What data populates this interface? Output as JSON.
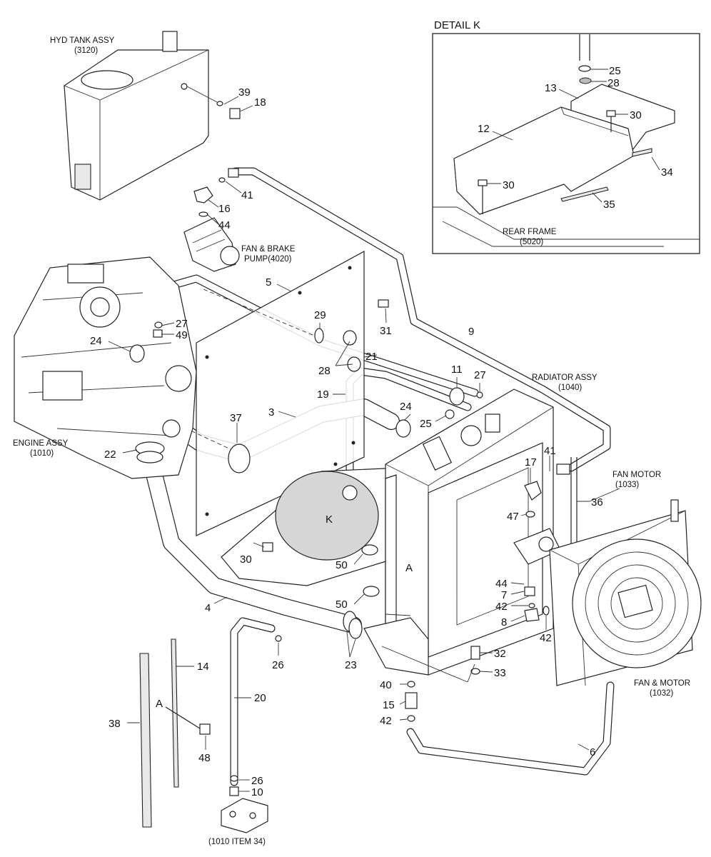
{
  "detail": {
    "title": "DETAIL K",
    "callouts": [
      "25",
      "28",
      "13",
      "12",
      "30",
      "30",
      "34",
      "35"
    ],
    "rear_frame_label": [
      "REAR FRAME",
      "(5020)"
    ]
  },
  "assemblies": {
    "hyd_tank": [
      "HYD TANK ASSY",
      "(3120)"
    ],
    "pump": [
      "FAN & BRAKE",
      "PUMP(4020)"
    ],
    "engine": [
      "ENGINE ASSY",
      "(1010)"
    ],
    "radiator": [
      "RADIATOR ASSY",
      "(1040)"
    ],
    "fan_motor": [
      "FAN MOTOR",
      "(1033)"
    ],
    "fan_and_motor": [
      "FAN & MOTOR",
      "(1032)"
    ],
    "engine_item": "(1010 ITEM 34)"
  },
  "markers": {
    "k": "K",
    "a1": "A",
    "a2": "A"
  },
  "callouts": {
    "c39": "39",
    "c18": "18",
    "c41": "41",
    "c16": "16",
    "c44a": "44",
    "c5": "5",
    "c31": "31",
    "c27a": "27",
    "c49": "49",
    "c24a": "24",
    "c29": "29",
    "c9": "9",
    "c28": "28",
    "c21": "21",
    "c11": "11",
    "c27b": "27",
    "c19": "19",
    "c3": "3",
    "c24b": "24",
    "c25": "25",
    "c37": "37",
    "c22": "22",
    "c17": "17",
    "c41b": "41",
    "c36": "36",
    "c47": "47",
    "c30": "30",
    "c50a": "50",
    "c50b": "50",
    "c44b": "44",
    "c7": "7",
    "c42a": "42",
    "c8": "8",
    "c42b": "42",
    "c4": "4",
    "c26a": "26",
    "c23": "23",
    "c32": "32",
    "c33": "33",
    "c40": "40",
    "c15": "15",
    "c42c": "42",
    "c14": "14",
    "c38": "38",
    "c20": "20",
    "c48": "48",
    "c26b": "26",
    "c10": "10",
    "c6": "6"
  }
}
